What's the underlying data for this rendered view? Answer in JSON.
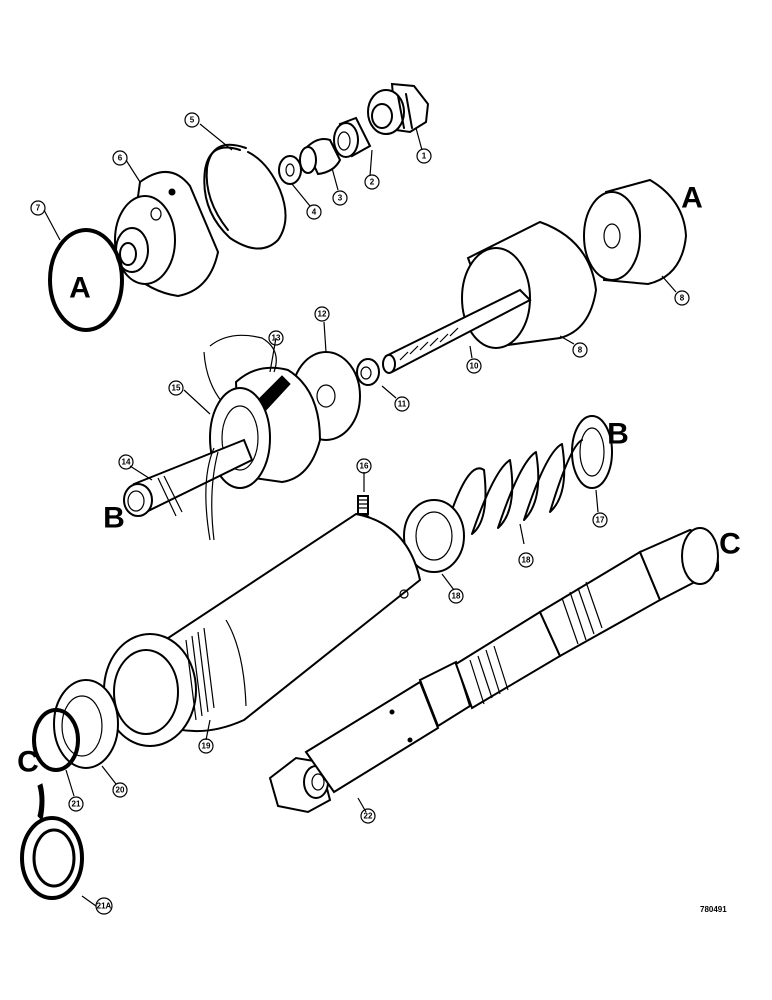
{
  "diagram": {
    "callouts": [
      {
        "id": "c1",
        "label": "1"
      },
      {
        "id": "c2",
        "label": "2"
      },
      {
        "id": "c3",
        "label": "3"
      },
      {
        "id": "c4",
        "label": "4"
      },
      {
        "id": "c5",
        "label": "5"
      },
      {
        "id": "c6",
        "label": "6"
      },
      {
        "id": "c7",
        "label": "7"
      },
      {
        "id": "c8a",
        "label": "8"
      },
      {
        "id": "c8b",
        "label": "8"
      },
      {
        "id": "c10",
        "label": "10"
      },
      {
        "id": "c11",
        "label": "11"
      },
      {
        "id": "c12",
        "label": "12"
      },
      {
        "id": "c13",
        "label": "13"
      },
      {
        "id": "c14",
        "label": "14"
      },
      {
        "id": "c15",
        "label": "15"
      },
      {
        "id": "c16",
        "label": "16"
      },
      {
        "id": "c17",
        "label": "17"
      },
      {
        "id": "c18a",
        "label": "18"
      },
      {
        "id": "c18b",
        "label": "18"
      },
      {
        "id": "c19",
        "label": "19"
      },
      {
        "id": "c20",
        "label": "20"
      },
      {
        "id": "c21",
        "label": "21"
      },
      {
        "id": "c21a",
        "label": "21A"
      },
      {
        "id": "c22",
        "label": "22"
      }
    ],
    "connectors": [
      {
        "id": "A1",
        "label": "A"
      },
      {
        "id": "A2",
        "label": "A"
      },
      {
        "id": "B1",
        "label": "B"
      },
      {
        "id": "B2",
        "label": "B"
      },
      {
        "id": "C1",
        "label": "C"
      },
      {
        "id": "C2",
        "label": "C"
      }
    ],
    "reference_code": "780491"
  }
}
